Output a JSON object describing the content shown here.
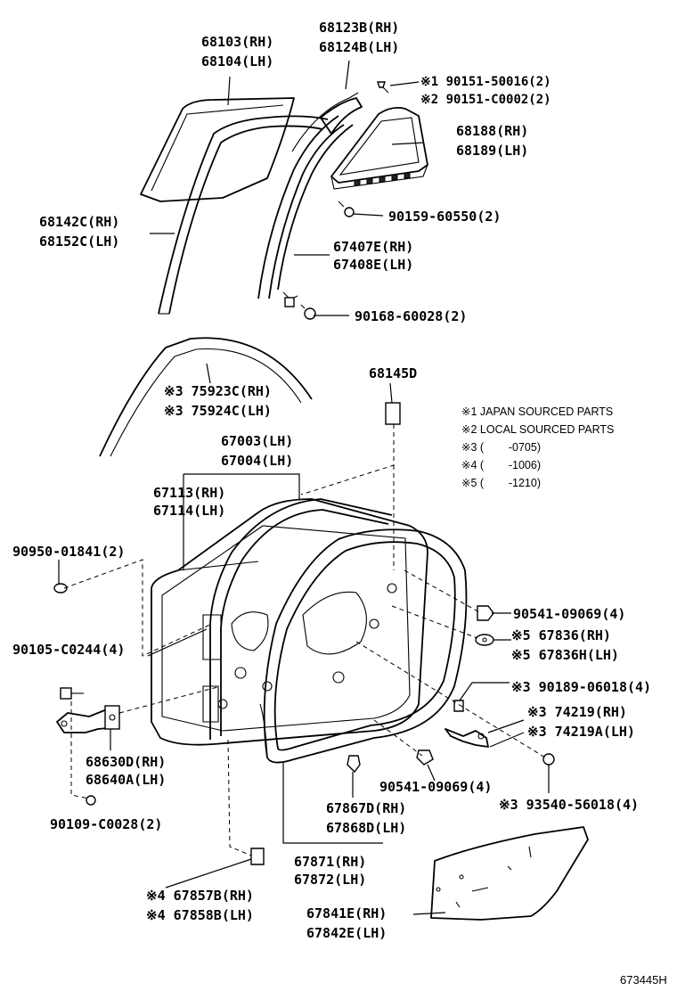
{
  "diagram": {
    "figure_number": "673445H",
    "legend": [
      "※1 JAPAN SOURCED PARTS",
      "※2 LOCAL SOURCED PARTS",
      "※3 (        -0705)",
      "※4 (        -1006)",
      "※5 (        -1210)"
    ],
    "callouts": [
      {
        "id": "c68103",
        "lines": [
          "68103(RH)",
          "68104(LH)"
        ]
      },
      {
        "id": "c68123",
        "lines": [
          "68123B(RH)",
          "68124B(LH)"
        ]
      },
      {
        "id": "c90151",
        "lines": [
          "※1 90151-50016(2)",
          "※2 90151-C0002(2)"
        ]
      },
      {
        "id": "c68188",
        "lines": [
          "68188(RH)",
          "68189(LH)"
        ]
      },
      {
        "id": "c90159",
        "lines": [
          "90159-60550(2)"
        ]
      },
      {
        "id": "c68142",
        "lines": [
          "68142C(RH)",
          "68152C(LH)"
        ]
      },
      {
        "id": "c67407",
        "lines": [
          "67407E(RH)",
          "67408E(LH)"
        ]
      },
      {
        "id": "c90168",
        "lines": [
          "90168-60028(2)"
        ]
      },
      {
        "id": "c75923",
        "lines": [
          "※3 75923C(RH)",
          "※3 75924C(LH)"
        ]
      },
      {
        "id": "c68145",
        "lines": [
          "68145D"
        ]
      },
      {
        "id": "c67003",
        "lines": [
          "67003(LH)",
          "67004(LH)"
        ]
      },
      {
        "id": "c67113",
        "lines": [
          "67113(RH)",
          "67114(LH)"
        ]
      },
      {
        "id": "c90950",
        "lines": [
          "90950-01841(2)"
        ]
      },
      {
        "id": "c90541a",
        "lines": [
          "90541-09069(4)"
        ]
      },
      {
        "id": "c67836",
        "lines": [
          "※5 67836(RH)",
          "※5 67836H(LH)"
        ]
      },
      {
        "id": "c90105",
        "lines": [
          "90105-C0244(4)"
        ]
      },
      {
        "id": "c90189",
        "lines": [
          "※3 90189-06018(4)"
        ]
      },
      {
        "id": "c74219",
        "lines": [
          "※3 74219(RH)",
          "※3 74219A(LH)"
        ]
      },
      {
        "id": "c68630",
        "lines": [
          "68630D(RH)",
          "68640A(LH)"
        ]
      },
      {
        "id": "c90541b",
        "lines": [
          "90541-09069(4)"
        ]
      },
      {
        "id": "c93540",
        "lines": [
          "※3 93540-56018(4)"
        ]
      },
      {
        "id": "c90109",
        "lines": [
          "90109-C0028(2)"
        ]
      },
      {
        "id": "c67867",
        "lines": [
          "67867D(RH)",
          "67868D(LH)"
        ]
      },
      {
        "id": "c67871",
        "lines": [
          "67871(RH)",
          "67872(LH)"
        ]
      },
      {
        "id": "c67857",
        "lines": [
          "※4 67857B(RH)",
          "※4 67858B(LH)"
        ]
      },
      {
        "id": "c67841",
        "lines": [
          "67841E(RH)",
          "67842E(LH)"
        ]
      }
    ]
  }
}
